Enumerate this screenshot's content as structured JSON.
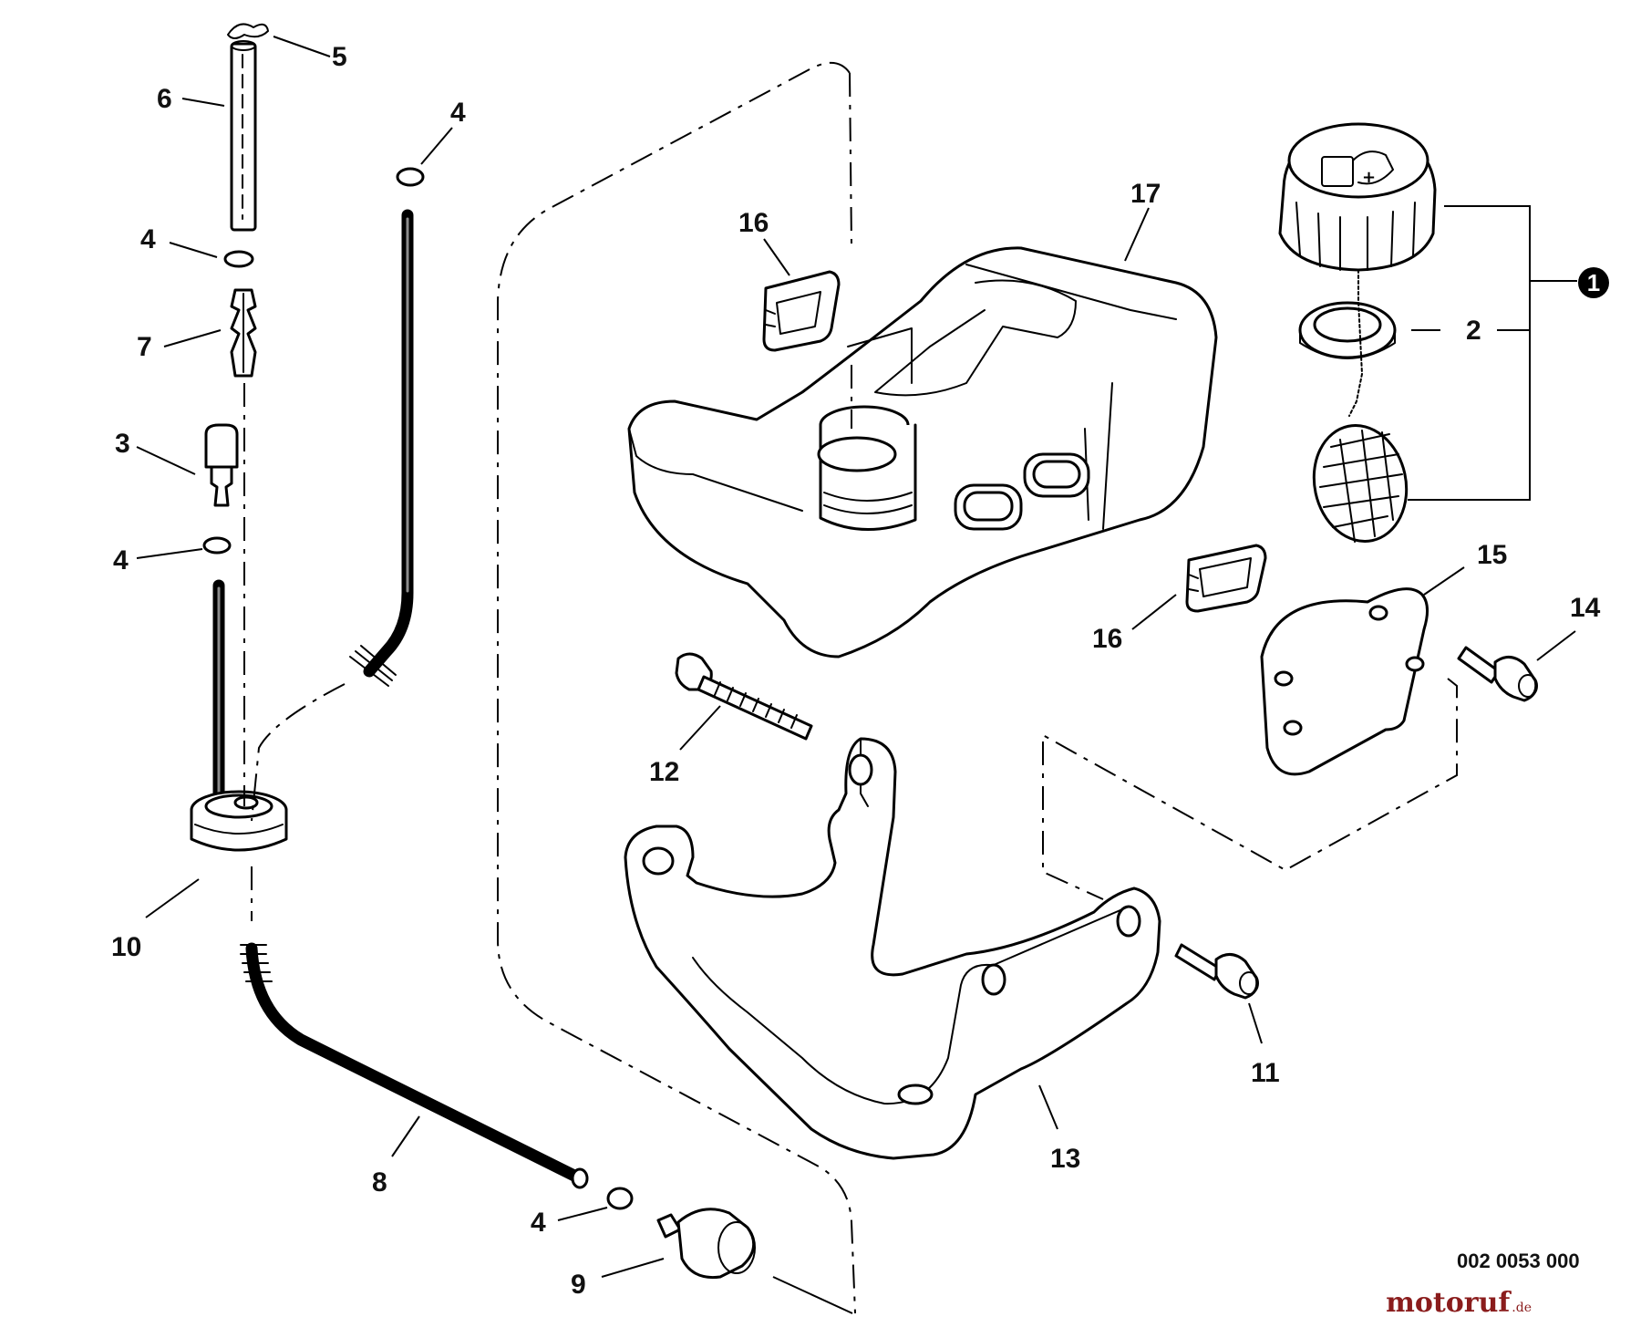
{
  "callouts": {
    "c5": "5",
    "c6": "6",
    "c4_top": "4",
    "c4_tube": "4",
    "c7": "7",
    "c3": "3",
    "c4_mid": "4",
    "c10": "10",
    "c8": "8",
    "c4_bottom": "4",
    "c9": "9",
    "c16_top": "16",
    "c17": "17",
    "c2": "2",
    "c1": "1",
    "c16_bottom": "16",
    "c15": "15",
    "c14": "14",
    "c12": "12",
    "c11": "11",
    "c13": "13"
  },
  "drawing_number": "002 0053 000",
  "watermark": {
    "brand": "motoruf",
    "suffix": ".de",
    "brand_color": "#8a1c1c",
    "dot_color": "#e0a020"
  }
}
